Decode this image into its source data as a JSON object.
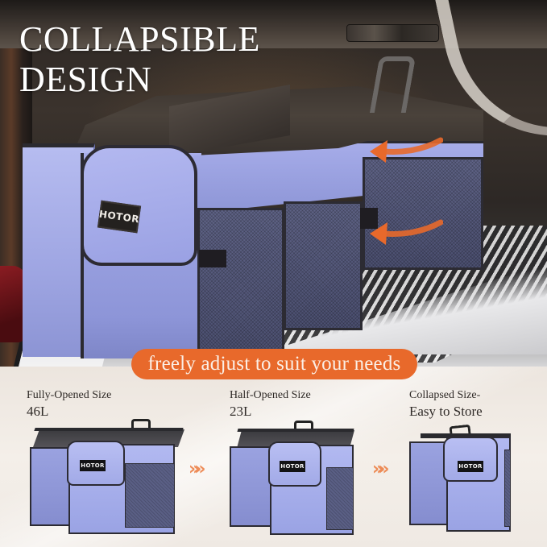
{
  "hero": {
    "headline_line1": "COLLAPSIBLE",
    "headline_line2": "DESIGN",
    "brand_badge": "HOTOR",
    "flow_arrows": [
      "arrow-left-orange",
      "arrow-left-orange"
    ]
  },
  "banner": {
    "text": "freely adjust to suit your needs",
    "color": "#e8692b"
  },
  "sizes": [
    {
      "label": "Fully-Opened Size",
      "value": "46L",
      "badge": "HOTOR"
    },
    {
      "label": "Half-Opened Size",
      "value": "23L",
      "badge": "HOTOR"
    },
    {
      "label": "Collapsed Size-",
      "value": "Easy to Store",
      "badge": "HOTOR"
    }
  ],
  "separators": [
    "chevron-right-triple",
    "chevron-right-triple"
  ],
  "chevron_glyph": "»»",
  "colors": {
    "product_blue": "#a3aae8",
    "accent_orange": "#e8692b",
    "trim_black": "#2c2b33",
    "background_cream": "#efe8e1"
  }
}
